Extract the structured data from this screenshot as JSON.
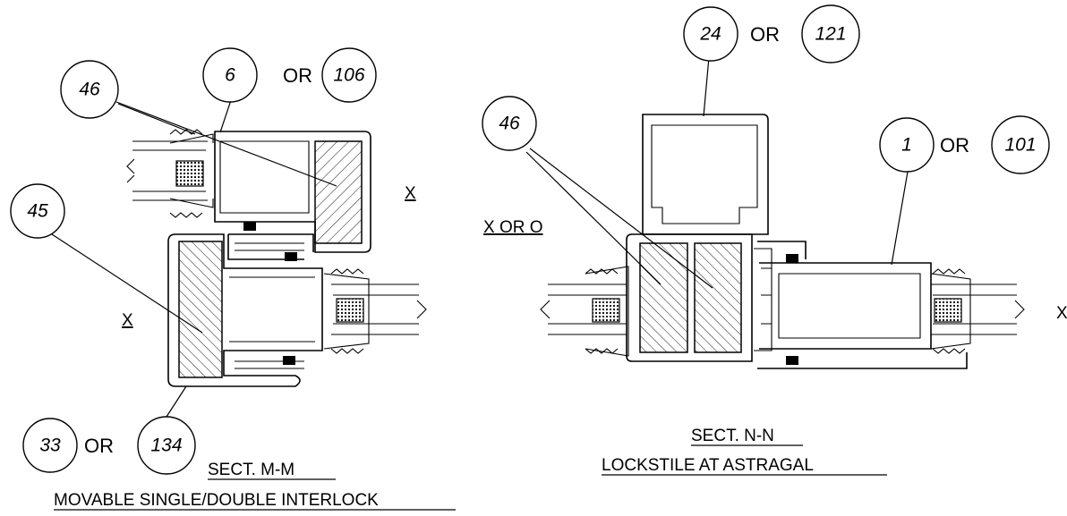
{
  "bubbles": {
    "b6": "6",
    "b106": "106",
    "b46a": "46",
    "b45": "45",
    "b33": "33",
    "b134": "134",
    "b24": "24",
    "b121": "121",
    "b46b": "46",
    "b1": "1",
    "b101": "101"
  },
  "labels": {
    "or": "OR",
    "x": "X",
    "x_or_o": "X OR O",
    "x_cut": "X"
  },
  "sections": {
    "mm_title": "SECT. M-M",
    "mm_subtitle": "MOVABLE SINGLE/DOUBLE INTERLOCK",
    "nn_title": "SECT. N-N",
    "nn_subtitle": "LOCKSTILE AT ASTRAGAL"
  }
}
